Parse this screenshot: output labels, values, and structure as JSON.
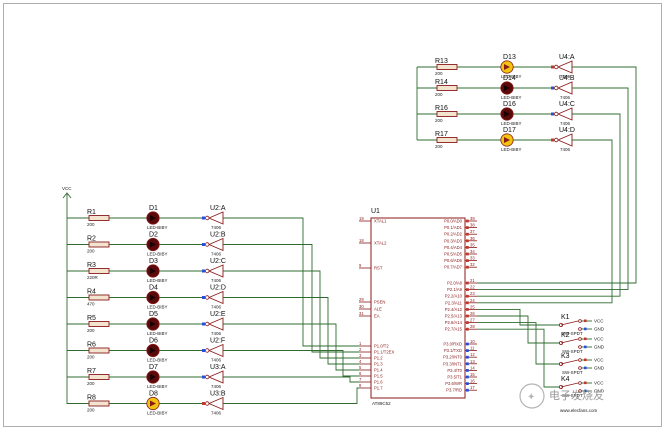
{
  "colors": {
    "wire": "#2f6b2f",
    "part": "#8b1a1a",
    "led_off": "#5a0a0a",
    "led_on": "#f1c40f",
    "pin_high": "#c0392b",
    "pin_low": "#2a4fd6"
  },
  "power": {
    "label": "VCC"
  },
  "left_rows": [
    {
      "res": "R1",
      "res_val": "200",
      "led": "D1",
      "led_part": "LED-BIBY",
      "gate": "U2:A",
      "gate_type": "7406",
      "state": "off"
    },
    {
      "res": "R2",
      "res_val": "200",
      "led": "D2",
      "led_part": "LED-BIBY",
      "gate": "U2:B",
      "gate_type": "7406",
      "state": "off"
    },
    {
      "res": "R3",
      "res_val": "220R",
      "led": "D3",
      "led_part": "LED-BIBY",
      "gate": "U2:C",
      "gate_type": "7406",
      "state": "off"
    },
    {
      "res": "R4",
      "res_val": "470",
      "led": "D4",
      "led_part": "LED-BIBY",
      "gate": "U2:D",
      "gate_type": "7406",
      "state": "off"
    },
    {
      "res": "R5",
      "res_val": "200",
      "led": "D5",
      "led_part": "LED-BIBY",
      "gate": "U2:E",
      "gate_type": "7406",
      "state": "off"
    },
    {
      "res": "R6",
      "res_val": "200",
      "led": "D6",
      "led_part": "LED-BIBY",
      "gate": "U2:F",
      "gate_type": "7406",
      "state": "off"
    },
    {
      "res": "R7",
      "res_val": "200",
      "led": "D7",
      "led_part": "LED-BIBY",
      "gate": "U3:A",
      "gate_type": "7406",
      "state": "off"
    },
    {
      "res": "R8",
      "res_val": "200",
      "led": "D8",
      "led_part": "LED-BIBY",
      "gate": "U3:B",
      "gate_type": "7406",
      "state": "on"
    }
  ],
  "top_rows": [
    {
      "res": "R13",
      "res_val": "200",
      "led": "D13",
      "led_part": "LED-BIBY",
      "gate": "U4:A",
      "gate_type": "7406",
      "state": "on"
    },
    {
      "res": "R14",
      "res_val": "200",
      "led": "D14",
      "led_part": "LED-BIBY",
      "gate": "U4:B",
      "gate_type": "7406",
      "state": "off"
    },
    {
      "res": "R16",
      "res_val": "200",
      "led": "D16",
      "led_part": "LED-BIBY",
      "gate": "U4:C",
      "gate_type": "7406",
      "state": "off"
    },
    {
      "res": "R17",
      "res_val": "200",
      "led": "D17",
      "led_part": "LED-BIBY",
      "gate": "U4:D",
      "gate_type": "7406",
      "state": "on"
    }
  ],
  "mcu": {
    "name": "U1",
    "part": "AT89C52",
    "left_pins": [
      {
        "num": "19",
        "name": "XTAL1"
      },
      {
        "num": "18",
        "name": "XTAL2"
      },
      {
        "num": "9",
        "name": "RST"
      },
      {
        "num": "29",
        "name": "PSEN"
      },
      {
        "num": "30",
        "name": "ALE"
      },
      {
        "num": "31",
        "name": "EA"
      },
      {
        "num": "1",
        "name": "P1.0/T2"
      },
      {
        "num": "2",
        "name": "P1.1/T2EX"
      },
      {
        "num": "3",
        "name": "P1.2"
      },
      {
        "num": "4",
        "name": "P1.3"
      },
      {
        "num": "5",
        "name": "P1.4"
      },
      {
        "num": "6",
        "name": "P1.5"
      },
      {
        "num": "7",
        "name": "P1.6"
      },
      {
        "num": "8",
        "name": "P1.7"
      }
    ],
    "right_pins_top": [
      {
        "num": "39",
        "name": "P0.0/AD0"
      },
      {
        "num": "38",
        "name": "P0.1/AD1"
      },
      {
        "num": "37",
        "name": "P0.2/AD2"
      },
      {
        "num": "36",
        "name": "P0.3/AD3"
      },
      {
        "num": "35",
        "name": "P0.4/AD4"
      },
      {
        "num": "34",
        "name": "P0.5/AD5"
      },
      {
        "num": "33",
        "name": "P0.6/AD6"
      },
      {
        "num": "32",
        "name": "P0.7/AD7"
      }
    ],
    "right_pins_mid": [
      {
        "num": "21",
        "name": "P2.0/A8"
      },
      {
        "num": "22",
        "name": "P2.1/A9"
      },
      {
        "num": "23",
        "name": "P2.2/A10"
      },
      {
        "num": "24",
        "name": "P2.3/A11"
      },
      {
        "num": "25",
        "name": "P2.4/A12"
      },
      {
        "num": "26",
        "name": "P2.5/A13"
      },
      {
        "num": "27",
        "name": "P2.6/A14"
      },
      {
        "num": "28",
        "name": "P2.7/A15"
      }
    ],
    "right_pins_bot": [
      {
        "num": "10",
        "name": "P3.0/RXD"
      },
      {
        "num": "11",
        "name": "P3.1/TXD"
      },
      {
        "num": "12",
        "name": "P3.2/INT0"
      },
      {
        "num": "13",
        "name": "P3.3/INT1"
      },
      {
        "num": "14",
        "name": "P3.4/T0"
      },
      {
        "num": "15",
        "name": "P3.5/T1"
      },
      {
        "num": "16",
        "name": "P3.6/WR"
      },
      {
        "num": "17",
        "name": "P3.7/RD"
      }
    ]
  },
  "switches": [
    {
      "name": "K1",
      "part": "SW-SPDT",
      "top": "VCC",
      "bottom": "GND"
    },
    {
      "name": "K2",
      "part": "SW-SPDT",
      "top": "VCC",
      "bottom": "GND"
    },
    {
      "name": "K3",
      "part": "SW-SPDT",
      "top": "VCC",
      "bottom": "GND"
    },
    {
      "name": "K4",
      "part": "SW-SPDT",
      "top": "VCC",
      "bottom": "GND"
    }
  ],
  "watermark": {
    "brand": "电子发烧友",
    "url": "www.elecfans.com"
  }
}
